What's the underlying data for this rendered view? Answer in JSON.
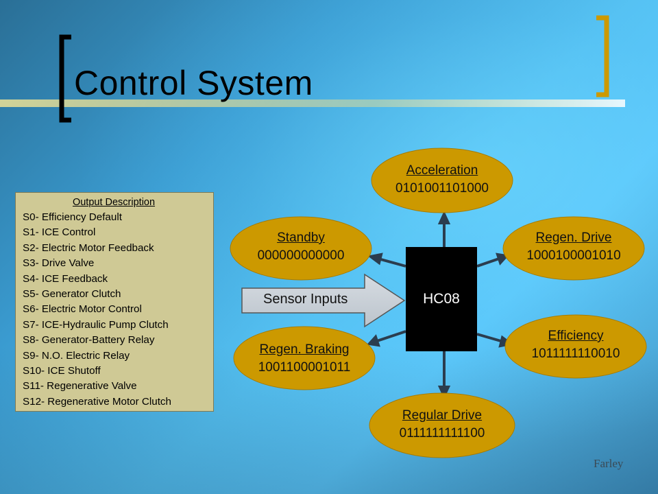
{
  "title": "Control System",
  "legend": {
    "heading": "Output Description",
    "items": [
      "S0- Efficiency Default",
      "S1- ICE Control",
      "S2- Electric Motor Feedback",
      "S3- Drive Valve",
      "S4- ICE Feedback",
      "S5- Generator Clutch",
      "S6- Electric Motor Control",
      "S7- ICE-Hydraulic Pump Clutch",
      "S8- Generator-Battery Relay",
      "S9- N.O. Electric Relay",
      "S10- ICE Shutoff",
      "S11- Regenerative Valve",
      "S12- Regenerative Motor Clutch"
    ]
  },
  "controller": {
    "label": "HC08"
  },
  "input": {
    "label": "Sensor Inputs"
  },
  "states": {
    "acceleration": {
      "name": "Acceleration",
      "code": "0101001101000"
    },
    "standby": {
      "name": "Standby",
      "code": "000000000000"
    },
    "regen_drive": {
      "name": "Regen. Drive",
      "code": "1000100001010"
    },
    "efficiency": {
      "name": "Efficiency",
      "code": "1011111110010"
    },
    "regen_braking": {
      "name": "Regen. Braking",
      "code": "1001100001011"
    },
    "regular_drive": {
      "name": "Regular Drive",
      "code": "0111111111100"
    }
  },
  "credit": "Farley",
  "colors": {
    "node_fill": "#cc9900",
    "legend_fill": "#cfc995",
    "bracket": "#cc9900",
    "title_rule": "#d9d28c",
    "arrow": "#2b3d4f",
    "controller_fill": "#000000",
    "input_arrow_fill": "#c9cfd6"
  }
}
